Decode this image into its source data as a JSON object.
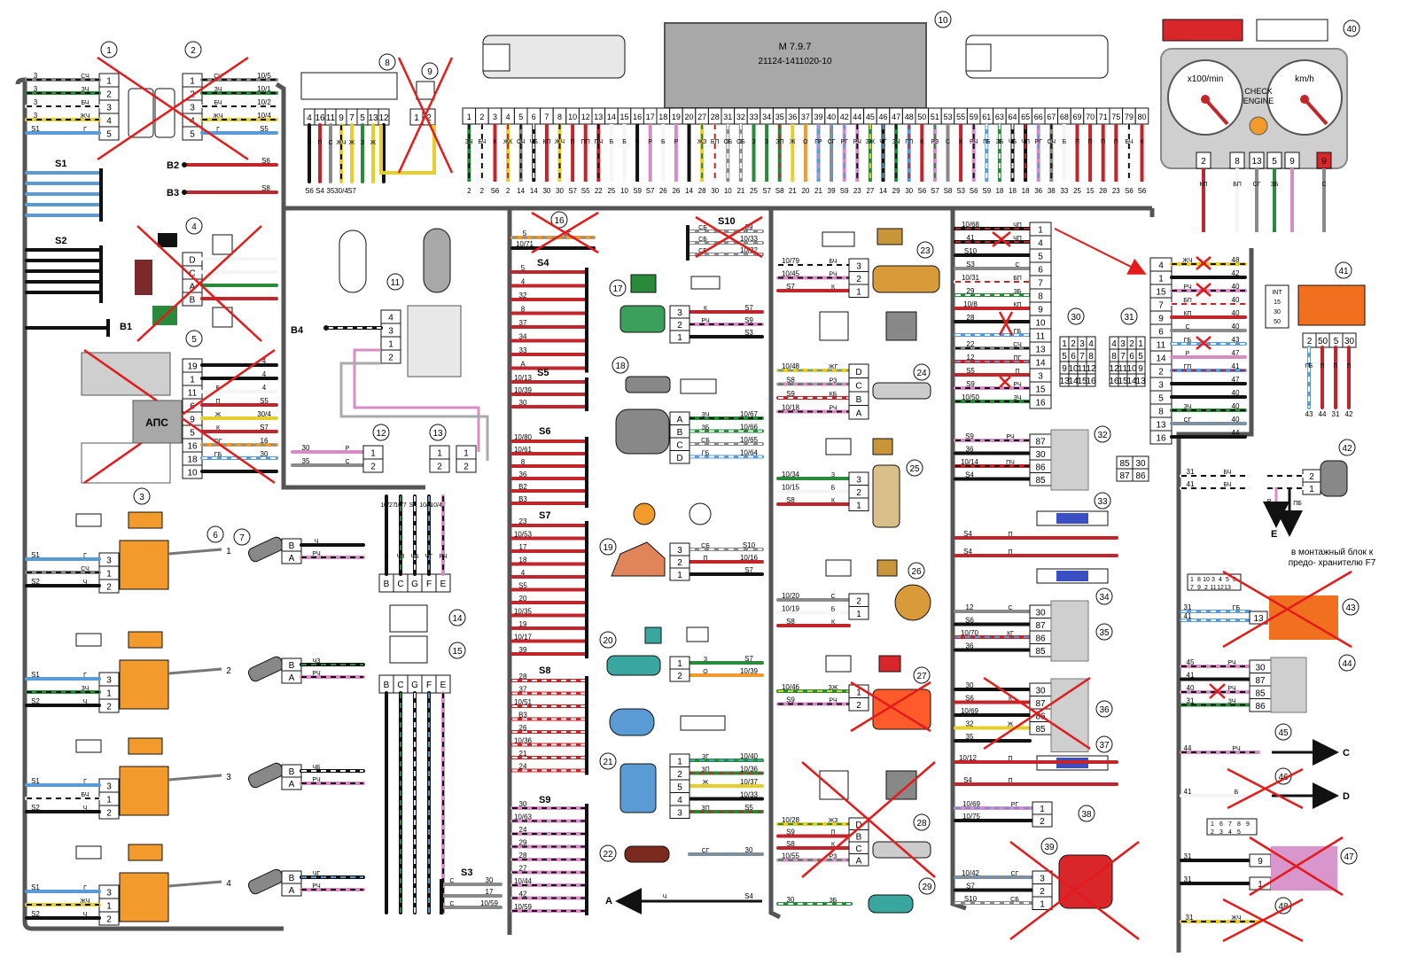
{
  "ecu": {
    "model": "M 7.9.7",
    "part": "21124-1411020-10",
    "index": "10"
  },
  "instrument_cluster": {
    "rpm_label": "x100/min",
    "speed_label": "km/h",
    "check_engine": "CHECK ENGINE",
    "index": "40",
    "pins": [
      "2",
      "8",
      "13",
      "5",
      "9",
      "9"
    ],
    "pin_colors": [
      "КП",
      "БП",
      "СГ",
      "ЗБ",
      "",
      "С"
    ]
  },
  "ecu_pins": [
    "1",
    "2",
    "3",
    "4",
    "5",
    "6",
    "7",
    "8",
    "10",
    "12",
    "13",
    "14",
    "15",
    "16",
    "17",
    "18",
    "19",
    "20",
    "27",
    "28",
    "31",
    "32",
    "33",
    "34",
    "35",
    "36",
    "37",
    "39",
    "40",
    "42",
    "44",
    "45",
    "46",
    "47",
    "48",
    "50",
    "51",
    "53",
    "55",
    "59",
    "61",
    "63",
    "64",
    "65",
    "66",
    "67",
    "68",
    "69",
    "70",
    "71",
    "75",
    "79",
    "80"
  ],
  "ecu_wire_colors": [
    "ЗЧ",
    "БЧ",
    "К",
    "ЖК",
    "СЧ",
    "ЧБ",
    "КП",
    "ЖЧ",
    "П",
    "ПП",
    "ПЧ",
    "Б",
    "Б",
    "Ч",
    "Р",
    "Б",
    "Р",
    "Ч",
    "ЖЗ",
    "БП",
    "СБ",
    "СБ",
    "З",
    "З",
    "ЗП",
    "Ж",
    "О",
    "ГР",
    "СГ",
    "РГ",
    "РЧ",
    "ЗЖ",
    "ЧГ",
    "ЗЧ",
    "ГП",
    "К",
    "РЗ",
    "С",
    "К",
    "РЧ",
    "ГБ",
    "ЗБ",
    "ЧБ",
    "ЧП",
    "РГ",
    "СЧ",
    "Б",
    "П",
    "П",
    "П",
    "П",
    "БЧ",
    "К"
  ],
  "ecu_wire_targets": [
    "2",
    "2",
    "S6",
    "2",
    "14",
    "14",
    "30",
    "30",
    "S7",
    "S5",
    "22",
    "25",
    "10",
    "S9",
    "S7",
    "26",
    "26",
    "14",
    "28",
    "30",
    "10",
    "21",
    "25",
    "S7",
    "S8",
    "21",
    "20",
    "21",
    "39",
    "S9",
    "23",
    "27",
    "14",
    "29",
    "30",
    "S6",
    "S7",
    "S8",
    "S3",
    "S6",
    "S9",
    "18",
    "18",
    "18",
    "36",
    "38",
    "33",
    "25",
    "15",
    "28",
    "23",
    "S6",
    "S6"
  ],
  "labels": {
    "S1": "S1",
    "S2": "S2",
    "S3": "S3",
    "S4": "S4",
    "S5": "S5",
    "S6": "S6",
    "S7": "S7",
    "S8": "S8",
    "S9": "S9",
    "S10": "S10",
    "B1": "B1",
    "B2": "B2",
    "B3": "B3",
    "B4": "B4",
    "A": "A",
    "C": "C",
    "D": "D",
    "E": "E"
  },
  "fuse_note": "в монтажный блок к предо- хранителю F7",
  "apc_label": "АПС",
  "component_numbers": [
    "1",
    "2",
    "3",
    "4",
    "5",
    "6",
    "7",
    "8",
    "9",
    "11",
    "12",
    "13",
    "14",
    "15",
    "16",
    "17",
    "18",
    "19",
    "20",
    "21",
    "22",
    "23",
    "24",
    "25",
    "26",
    "27",
    "28",
    "29",
    "30",
    "31",
    "32",
    "33",
    "34",
    "35",
    "36",
    "37",
    "38",
    "39",
    "41",
    "42",
    "43",
    "44",
    "45",
    "46",
    "47",
    "48"
  ],
  "connector1": {
    "pins": [
      "1",
      "2",
      "3",
      "4",
      "5"
    ],
    "colors": [
      "СЧ",
      "ЗЧ",
      "БЧ",
      "ЖЧ",
      "Г"
    ],
    "targets": [
      "3",
      "3",
      "3",
      "3",
      "S1"
    ]
  },
  "connector2": {
    "pins": [
      "1",
      "2",
      "3",
      "4",
      "5"
    ],
    "colors": [
      "СЧ",
      "ЗЧ",
      "БЧ",
      "ЖЧ",
      "Г"
    ],
    "targets": [
      "10/5",
      "10/1",
      "10/2",
      "10/4",
      "S5"
    ]
  },
  "connector5": {
    "pins": [
      "19",
      "1",
      "11",
      "6",
      "9",
      "5",
      "16",
      "18",
      "10"
    ],
    "colors": [
      "",
      "",
      "Б",
      "П",
      "Ж",
      "К",
      "ОГ",
      "ГБ",
      ""
    ],
    "targets": [
      "4",
      "4",
      "4",
      "S5",
      "30/4",
      "S7",
      "16",
      "30",
      ""
    ]
  },
  "connector8": {
    "pins": [
      "4",
      "16",
      "11",
      "9",
      "7",
      "5",
      "13",
      "12"
    ],
    "colors": [
      "Ч",
      "П",
      "С",
      "ЖЧ",
      "Ж",
      "З",
      "Ж",
      ""
    ],
    "targets": [
      "S6",
      "S4",
      "35",
      "30/4",
      "S7",
      "",
      "",
      ""
    ]
  },
  "bus_S4_rows": [
    "5",
    "4",
    "32",
    "8",
    "37",
    "34",
    "33",
    "A"
  ],
  "bus_S5_rows": [
    "10/13",
    "10/39",
    "30"
  ],
  "bus_S6_rows": [
    "10/80",
    "10/61",
    "8",
    "36",
    "B2",
    "B3"
  ],
  "bus_S7_rows": [
    "23",
    "10/53",
    "17",
    "18",
    "4",
    "S5",
    "20",
    "10/35",
    "19",
    "10/17",
    "39"
  ],
  "bus_S8_rows": [
    "28",
    "37",
    "10/51",
    "B3",
    "26",
    "10/36",
    "21",
    "24"
  ],
  "bus_S9_rows": [
    "30",
    "10/63",
    "24",
    "29",
    "28",
    "27",
    "10/44",
    "42",
    "10/59"
  ],
  "relay_block_rows": [
    {
      "left": "10/68",
      "color": "ЧП",
      "pin": "1"
    },
    {
      "left": "41",
      "color": "ЧП",
      "pin": "4"
    },
    {
      "left": "S10",
      "color": "",
      "pin": "5"
    },
    {
      "left": "S3",
      "color": "С",
      "pin": "6"
    },
    {
      "left": "10/31",
      "color": "БП",
      "pin": "7"
    },
    {
      "left": "29",
      "color": "ЗБ",
      "pin": "8"
    },
    {
      "left": "10/8",
      "color": "КП",
      "pin": "9"
    },
    {
      "left": "28",
      "color": "",
      "pin": "10"
    },
    {
      "left": "",
      "color": "ГБ",
      "pin": "11"
    },
    {
      "left": "22",
      "color": "СЧ",
      "pin": "13"
    },
    {
      "left": "12",
      "color": "ПГ",
      "pin": "14"
    },
    {
      "left": "S5",
      "color": "П",
      "pin": "3"
    },
    {
      "left": "S9",
      "color": "РЧ",
      "pin": "15"
    },
    {
      "left": "10/50",
      "color": "ЗЧ",
      "pin": "16"
    }
  ],
  "right_block_rows": [
    {
      "pin": "4",
      "color": "ЖЧ",
      "target": "48"
    },
    {
      "pin": "1",
      "color": "",
      "target": "42"
    },
    {
      "pin": "15",
      "color": "РЧ",
      "target": "40"
    },
    {
      "pin": "7",
      "color": "БП",
      "target": "40"
    },
    {
      "pin": "9",
      "color": "КП",
      "target": "40"
    },
    {
      "pin": "6",
      "color": "С",
      "target": "40"
    },
    {
      "pin": "11",
      "color": "ГБ",
      "target": "43"
    },
    {
      "pin": "14",
      "color": "Р",
      "target": "47"
    },
    {
      "pin": "2",
      "color": "ГП",
      "target": "41"
    },
    {
      "pin": "3",
      "color": "",
      "target": "47"
    },
    {
      "pin": "5",
      "color": "",
      "target": "40"
    },
    {
      "pin": "8",
      "color": "ЗЧ",
      "target": "40"
    },
    {
      "pin": "13",
      "color": "СГ",
      "target": "40"
    },
    {
      "pin": "16",
      "color": "",
      "target": "44"
    }
  ],
  "ignition_switch": {
    "index": "41",
    "pins": [
      "2",
      "50",
      "5",
      "30"
    ],
    "labels": [
      "INT",
      "15",
      "30",
      "50"
    ],
    "bottom": [
      "ГБ",
      "П",
      "П",
      "П"
    ],
    "targets": [
      "43",
      "44",
      "31",
      "42"
    ]
  },
  "relay_pins": [
    "87",
    "30",
    "86",
    "85"
  ],
  "fan": {
    "index": "42",
    "colors": [
      "БЧ",
      "БЧ"
    ],
    "pins": [
      "2",
      "1"
    ],
    "wires": [
      "31",
      "41"
    ],
    "ground": [
      "Р",
      "ПБ"
    ],
    "outputs": [
      "E"
    ]
  },
  "relay44": {
    "rows": [
      {
        "left": "45",
        "color": "РЧ",
        "pin": "30"
      },
      {
        "left": "41",
        "color": "",
        "pin": "87"
      },
      {
        "left": "40",
        "color": "РЧ",
        "pin": "85"
      },
      {
        "left": "31",
        "color": "ЗЧ",
        "pin": "86"
      }
    ]
  },
  "connector43": {
    "pins": [
      "1",
      "8",
      "10",
      "3",
      "4",
      "5",
      "6",
      "7",
      "9",
      "2",
      "11",
      "12",
      "13"
    ],
    "wires": [
      "31",
      "41"
    ],
    "color": "ГБ",
    "pin": "13"
  },
  "connector47": {
    "pins": [
      "1",
      "6",
      "7",
      "8",
      "9",
      "2",
      "3",
      "4",
      "5"
    ],
    "rows": [
      {
        "left": "31",
        "color": "",
        "pin": "9"
      },
      {
        "left": "31",
        "color": "",
        "pin": "1"
      }
    ]
  },
  "outputs": {
    "c_row": {
      "left": "44",
      "color": "РЧ",
      "out": "C"
    },
    "d_row": {
      "left": "41",
      "color": "Б",
      "out": "D"
    },
    "a_row": {
      "left": "S4",
      "color": "Ч",
      "out": "A"
    }
  },
  "sensor_blocks": {
    "s23": {
      "pins": [
        "3",
        "2",
        "1"
      ],
      "rows": [
        {
          "left": "10/79",
          "color": "БЧ"
        },
        {
          "left": "10/45",
          "color": "РЧ"
        },
        {
          "left": "S7",
          "color": "К"
        }
      ]
    },
    "s24": {
      "pins": [
        "D",
        "C",
        "B",
        "A"
      ],
      "rows": [
        {
          "left": "10/48",
          "color": "ЖГ"
        },
        {
          "left": "S8",
          "color": "РЗ"
        },
        {
          "left": "S9",
          "color": "КБ"
        },
        {
          "left": "10/18",
          "color": "РЧ"
        }
      ]
    },
    "s25": {
      "pins": [
        "3",
        "2",
        "1"
      ],
      "rows": [
        {
          "left": "10/34",
          "color": "З"
        },
        {
          "left": "10/15",
          "color": "Б"
        },
        {
          "left": "S8",
          "color": "К"
        }
      ]
    },
    "s26": {
      "pins": [
        "2",
        "1"
      ],
      "rows": [
        {
          "left": "10/20",
          "color": "С"
        },
        {
          "left": "10/19",
          "color": "Б"
        },
        {
          "left": "S8",
          "color": "К"
        }
      ]
    },
    "s27": {
      "pins": [
        "1",
        "2"
      ],
      "rows": [
        {
          "left": "10/46",
          "color": "ЗЖ"
        },
        {
          "left": "S9",
          "color": "РЧ"
        }
      ]
    },
    "s28": {
      "pins": [
        "D",
        "B",
        "C",
        "A"
      ],
      "rows": [
        {
          "left": "10/28",
          "color": "ЖЗ"
        },
        {
          "left": "S9",
          "color": "П"
        },
        {
          "left": "S8",
          "color": "К"
        },
        {
          "left": "10/55",
          "color": "РЗ"
        }
      ]
    },
    "s29": {
      "rows": [
        {
          "left": "30",
          "color": "ЗБ"
        }
      ]
    }
  },
  "mid_sensors": {
    "s16": {
      "rows": [
        {
          "left": "5",
          "color": "ОГ"
        },
        {
          "left": "10/71",
          "color": ""
        }
      ]
    },
    "s10": {
      "rows": [
        {
          "color": "СБ",
          "target": "39"
        },
        {
          "color": "СБ",
          "target": "10/33"
        },
        {
          "color": "СБ",
          "target": "10/32"
        }
      ]
    },
    "s17": {
      "pins": [
        "3",
        "2",
        "1"
      ],
      "rows": [
        {
          "color": "К",
          "target": "S7"
        },
        {
          "color": "РЧ",
          "target": "S9"
        },
        {
          "color": "",
          "target": "S3"
        }
      ]
    },
    "s18": {
      "pins": [
        "A",
        "B",
        "C",
        "D"
      ],
      "rows": [
        {
          "color": "ЗЧ",
          "target": "10/67"
        },
        {
          "color": "ЗБ",
          "target": "10/66"
        },
        {
          "color": "СБ",
          "target": "10/65"
        },
        {
          "color": "ГБ",
          "target": "10/64"
        }
      ]
    },
    "s19": {
      "pins": [
        "3",
        "2",
        "1"
      ],
      "rows": [
        {
          "color": "СБ",
          "target": "S10"
        },
        {
          "color": "П",
          "target": "10/16"
        },
        {
          "color": "",
          "target": "S7"
        }
      ]
    },
    "s20": {
      "pins": [
        "1",
        "2"
      ],
      "rows": [
        {
          "color": "З",
          "target": "S7"
        },
        {
          "color": "О",
          "target": "10/39"
        }
      ]
    },
    "s21": {
      "pins": [
        "1",
        "2",
        "5",
        "4",
        "3"
      ],
      "rows": [
        {
          "color": "ЗГ",
          "target": "10/40"
        },
        {
          "color": "ЗП",
          "target": "10/36"
        },
        {
          "color": "Ж",
          "target": "10/37"
        },
        {
          "color": "",
          "target": "10/33"
        },
        {
          "color": "ЗП",
          "target": "S5"
        }
      ]
    },
    "s22": {
      "rows": [
        {
          "color": "СГ",
          "target": "30"
        }
      ]
    }
  },
  "coils": [
    {
      "rows": [
        {
          "left": "S1",
          "color": "Г"
        },
        {
          "left": "",
          "color": "СЧ"
        },
        {
          "left": "S2",
          "color": "Ч"
        }
      ],
      "pins": [
        "3",
        "1",
        "2"
      ],
      "index": "1"
    },
    {
      "rows": [
        {
          "left": "S1",
          "color": "Г"
        },
        {
          "left": "",
          "color": "ЗЧ"
        },
        {
          "left": "S2",
          "color": "Ч"
        }
      ],
      "pins": [
        "3",
        "1",
        "2"
      ],
      "index": "2"
    },
    {
      "rows": [
        {
          "left": "S1",
          "color": "Г"
        },
        {
          "left": "",
          "color": "БЧ"
        },
        {
          "left": "S2",
          "color": "Ч"
        }
      ],
      "pins": [
        "3",
        "1",
        "2"
      ],
      "index": "3"
    },
    {
      "rows": [
        {
          "left": "S1",
          "color": "Г"
        },
        {
          "left": "",
          "color": "ЖЧ"
        },
        {
          "left": "S2",
          "color": "Ч"
        }
      ],
      "pins": [
        "3",
        "1",
        "2"
      ],
      "index": "4"
    }
  ],
  "injectors": [
    {
      "colors": [
        "Ч",
        "РЧ"
      ]
    },
    {
      "colors": [
        "ЧЗ",
        "РЧ"
      ]
    },
    {
      "colors": [
        "ЧБ",
        "РЧ"
      ]
    },
    {
      "colors": [
        "ЧГ",
        "РЧ"
      ]
    }
  ],
  "harness_bottom": {
    "top": [
      "10/27",
      "10/7",
      "S9",
      "10/6",
      "10/47"
    ],
    "pins": [
      "B",
      "C",
      "G",
      "F",
      "E"
    ],
    "colors": [
      "Ч",
      "ЧЗ",
      "ЧБ",
      "ЧГ",
      "РЧ"
    ]
  },
  "pump": {
    "pins": [
      "4",
      "3",
      "1",
      "2"
    ],
    "colors": [
      "ЧБ",
      "",
      "Р",
      ""
    ],
    "left": "B4"
  },
  "c12_13": {
    "rows": [
      {
        "left": "30",
        "color": "Р"
      },
      {
        "left": "35",
        "color": "С"
      }
    ],
    "pins": [
      "1",
      "2",
      "1",
      "2",
      "1",
      "2"
    ]
  },
  "s3_rows": [
    {
      "left": "С",
      "target": "30"
    },
    {
      "left": "",
      "target": "17"
    },
    {
      "left": "С",
      "target": "10/59"
    }
  ],
  "relay32": {
    "rows": [
      {
        "left": "S9",
        "color": "РЧ",
        "pin": "87"
      },
      {
        "left": "36",
        "color": "",
        "pin": "30"
      },
      {
        "left": "10/14",
        "color": "ПЧ",
        "pin": "86"
      },
      {
        "left": "S4",
        "color": "",
        "pin": "85"
      }
    ],
    "conn": [
      "85",
      "30",
      "87",
      "86"
    ]
  },
  "relay35": {
    "rows": [
      {
        "left": "12",
        "color": "С",
        "pin": "30"
      },
      {
        "left": "S6",
        "color": "",
        "pin": "87"
      },
      {
        "left": "10/70",
        "color": "КГ",
        "pin": "86"
      },
      {
        "left": "36",
        "color": "",
        "pin": "85"
      }
    ]
  },
  "relay36": {
    "rows": [
      {
        "left": "30",
        "color": "",
        "pin": "30"
      },
      {
        "left": "S6",
        "color": "К",
        "pin": "87"
      },
      {
        "left": "10/69",
        "color": "",
        "pin": "86"
      },
      {
        "left": "32",
        "color": "Ж",
        "pin": "85"
      },
      {
        "left": "35",
        "color": "",
        "pin": ""
      }
    ]
  },
  "fuse_rows": [
    {
      "left": "S4",
      "color": "П"
    },
    {
      "left": "S4",
      "color": "П"
    },
    {
      "left": "10/12",
      "color": "П"
    },
    {
      "left": "S4",
      "color": "П"
    }
  ],
  "c38": {
    "rows": [
      {
        "left": "10/69",
        "color": "РГ",
        "pin": "1"
      },
      {
        "left": "10/75",
        "color": "",
        "pin": "2"
      }
    ]
  },
  "c39": {
    "rows": [
      {
        "left": "10/42",
        "color": "СГ",
        "pin": "3"
      },
      {
        "left": "S7",
        "color": "",
        "pin": "2"
      },
      {
        "left": "S10",
        "color": "СБ",
        "pin": "1"
      }
    ],
    "pins": [
      "2",
      "1",
      "3"
    ]
  },
  "c30_31": {
    "pins30": [
      "1",
      "2",
      "3",
      "4",
      "5",
      "6",
      "7",
      "8",
      "9",
      "10",
      "11",
      "12",
      "13",
      "14",
      "15",
      "16"
    ],
    "pins31": [
      "4",
      "3",
      "2",
      "1",
      "8",
      "7",
      "6",
      "5",
      "12",
      "11",
      "10",
      "9",
      "16",
      "15",
      "14",
      "13"
    ]
  },
  "row48": {
    "left": "31",
    "color": "ЖЧ"
  },
  "colors": {
    "wire_black": "#111111",
    "wire_red": "#c0262b",
    "coil": "#f39a2c",
    "relay_grey": "#cfcfcf",
    "ecu_grey": "#a8a8a8",
    "cross_red": "#e31b1b",
    "pink": "#d88cc6"
  }
}
